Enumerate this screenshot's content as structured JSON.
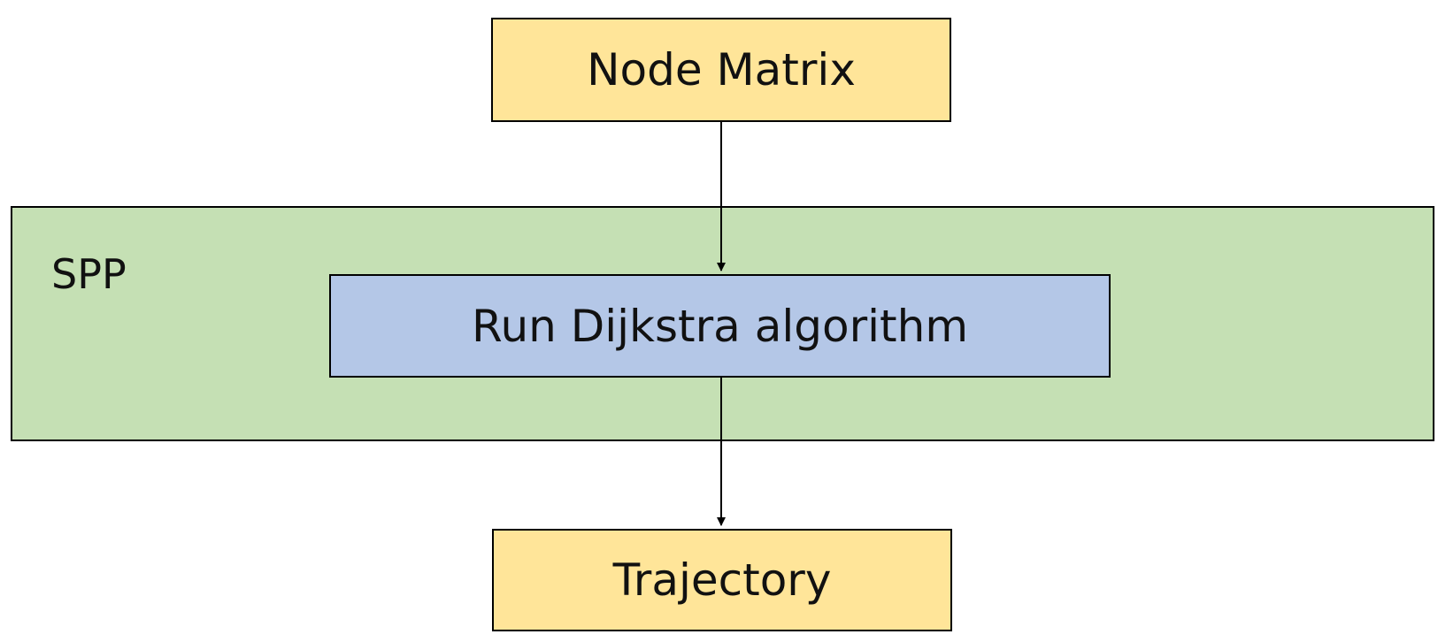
{
  "colors": {
    "data_box_fill": "#FFE599",
    "group_fill": "#C5E0B4",
    "process_box_fill": "#B4C7E7",
    "border": "#000000",
    "arrow": "#000000"
  },
  "nodes": {
    "input": {
      "label": "Node Matrix"
    },
    "group": {
      "label": "SPP"
    },
    "process": {
      "label": "Run Dijkstra algorithm"
    },
    "output": {
      "label": "Trajectory"
    }
  },
  "edges": [
    {
      "from": "Node Matrix",
      "to": "Run Dijkstra algorithm"
    },
    {
      "from": "Run Dijkstra algorithm",
      "to": "Trajectory"
    }
  ]
}
